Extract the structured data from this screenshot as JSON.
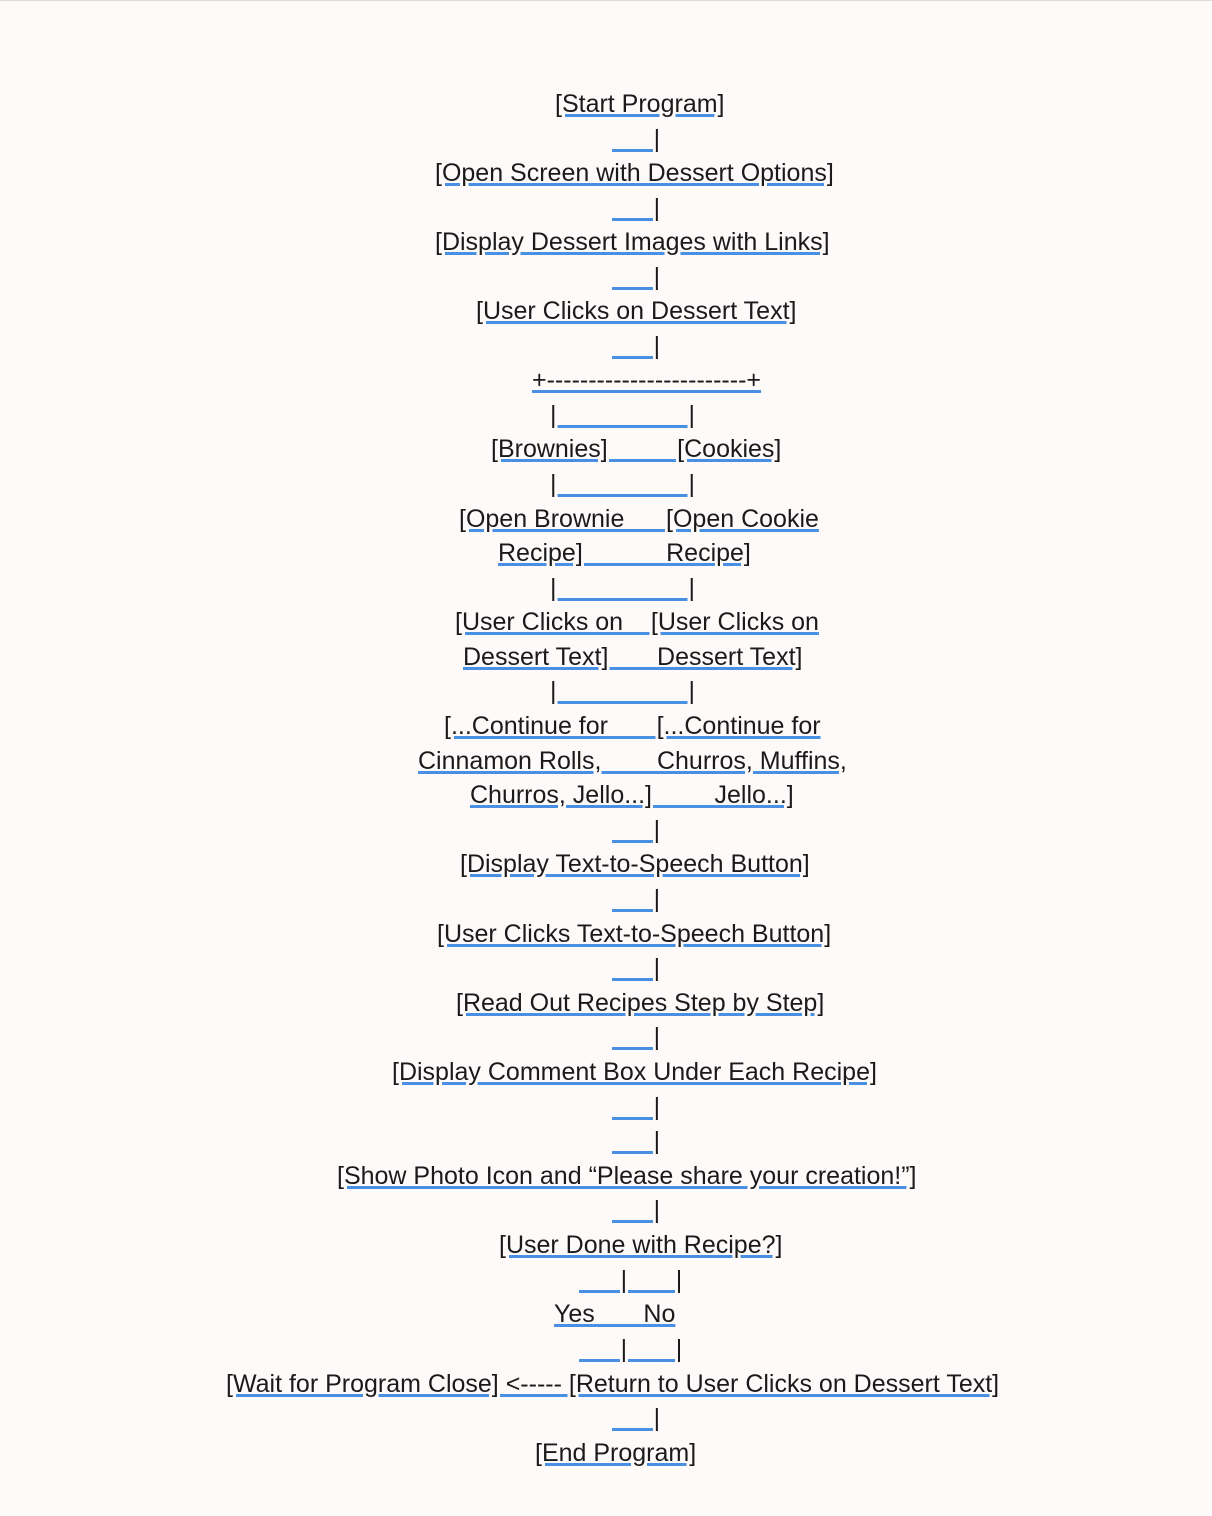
{
  "lines": [
    "[Start Program]",
    "      |",
    "[Open Screen with Dessert Options]",
    "      |",
    "[Display Dessert Images with Links]",
    "      |",
    "[User Clicks on Dessert Text]",
    "      |",
    "+------------------------+",
    "|                   |",
    "[Brownies]          [Cookies]",
    "|                   |",
    "[Open Brownie      [Open Cookie",
    "Recipe]            Recipe]",
    "|                   |",
    "[User Clicks on    [User Clicks on",
    "Dessert Text]       Dessert Text]",
    "|                   |",
    "[...Continue for       [...Continue for",
    "Cinnamon Rolls,        Churros, Muffins,",
    "Churros, Jello...]         Jello...]",
    "      |",
    "[Display Text-to-Speech Button]",
    "      |",
    "[User Clicks Text-to-Speech Button]",
    "      |",
    "[Read Out Recipes Step by Step]",
    "      |",
    "[Display Comment Box Under Each Recipe]",
    "      |",
    "      |",
    "[Show Photo Icon and “Please share your creation!”]",
    "      |",
    "[User Done with Recipe?]",
    "      |       |",
    "Yes       No",
    "      |       |",
    "[Wait for Program Close] <----- [Return to User Clicks on Dessert Text]",
    "      |",
    "[End Program]"
  ]
}
